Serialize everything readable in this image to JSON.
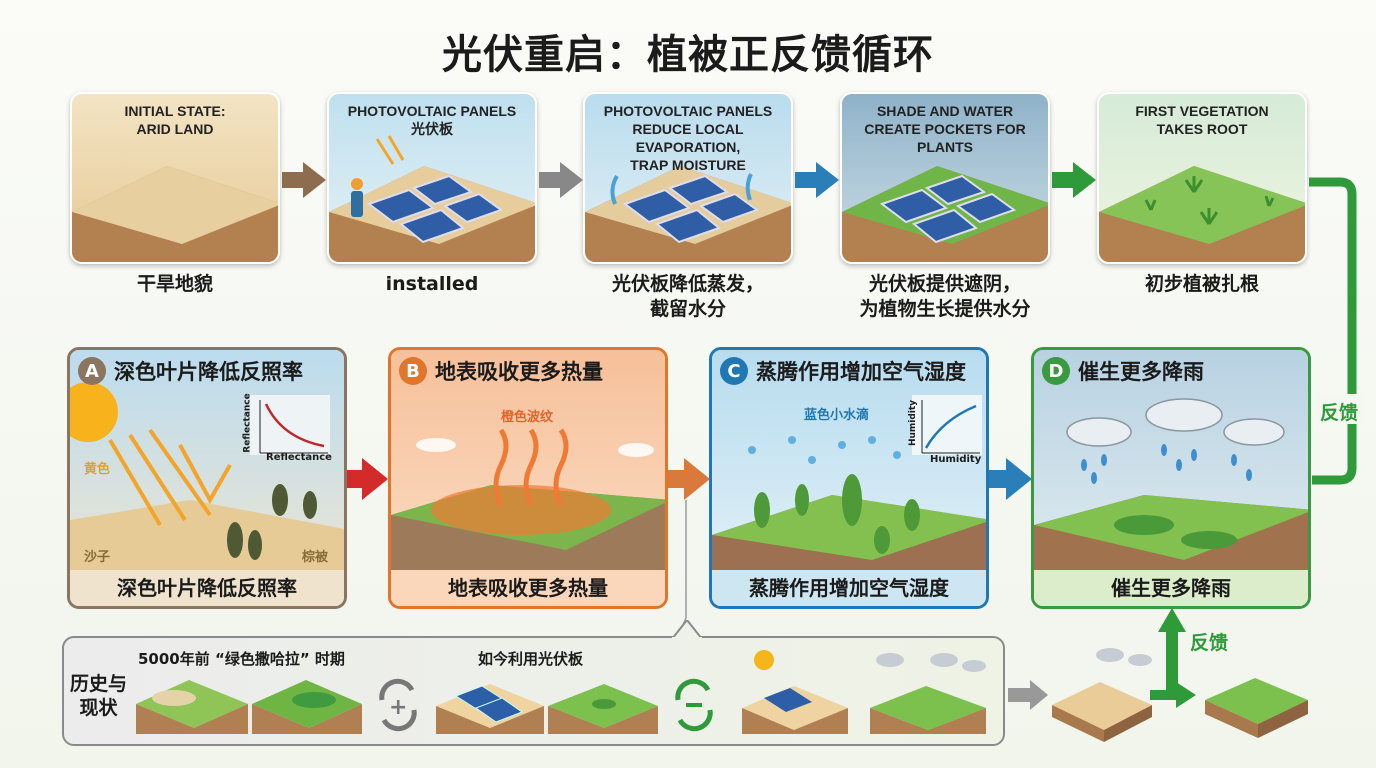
{
  "title": "光伏重启：植被正反馈循环",
  "steps": [
    {
      "header": [
        "INITIAL STATE:",
        "ARID LAND"
      ],
      "caption": [
        "干旱地貌"
      ]
    },
    {
      "header": [
        "PHOTOVOLTAIC PANELS",
        "光伏板"
      ],
      "caption": [
        "installed"
      ]
    },
    {
      "header": [
        "PHOTOVOLTAIC PANELS",
        "REDUCE LOCAL EVAPORATION,",
        "TRAP MOISTURE"
      ],
      "caption": [
        "光伏板降低蒸发，",
        "截留水分"
      ]
    },
    {
      "header": [
        "SHADE AND WATER",
        "CREATE POCKETS FOR",
        "PLANTS"
      ],
      "caption": [
        "光伏板提供遮阴，",
        "为植物生长提供水分"
      ]
    },
    {
      "header": [
        "FIRST VEGETATION",
        "TAKES ROOT"
      ],
      "caption": [
        "初步植被扎根"
      ]
    }
  ],
  "feedback_label": "反馈",
  "panels": [
    {
      "badge": "A",
      "title": "深色叶片降低反照率",
      "footer": "深色叶片降低反照率",
      "labels": {
        "yellow": "黄色",
        "sand": "沙子",
        "veg": "棕被",
        "chart_y": "Reflectance",
        "chart_x": "Reflectance"
      }
    },
    {
      "badge": "B",
      "title": "地表吸收更多热量",
      "footer": "地表吸收更多热量",
      "labels": {
        "waves": "橙色波纹"
      }
    },
    {
      "badge": "C",
      "title": "蒸腾作用增加空气湿度",
      "footer": "蒸腾作用增加空气湿度",
      "labels": {
        "drops": "蓝色小水滴",
        "chart_y": "Humidity",
        "chart_x": "Humidity"
      }
    },
    {
      "badge": "D",
      "title": "催生更多降雨",
      "footer": "催生更多降雨"
    }
  ],
  "colors": {
    "A": "#8a7560",
    "B": "#e0752c",
    "C": "#1f78b4",
    "D": "#3a9a3f",
    "green": "#2f9a3a"
  },
  "history": {
    "label": [
      "历史与",
      "现状"
    ],
    "past": "5000年前 “绿色撒哈拉” 时期",
    "now": "如今利用光伏板"
  },
  "feedback_label_2": "反馈"
}
